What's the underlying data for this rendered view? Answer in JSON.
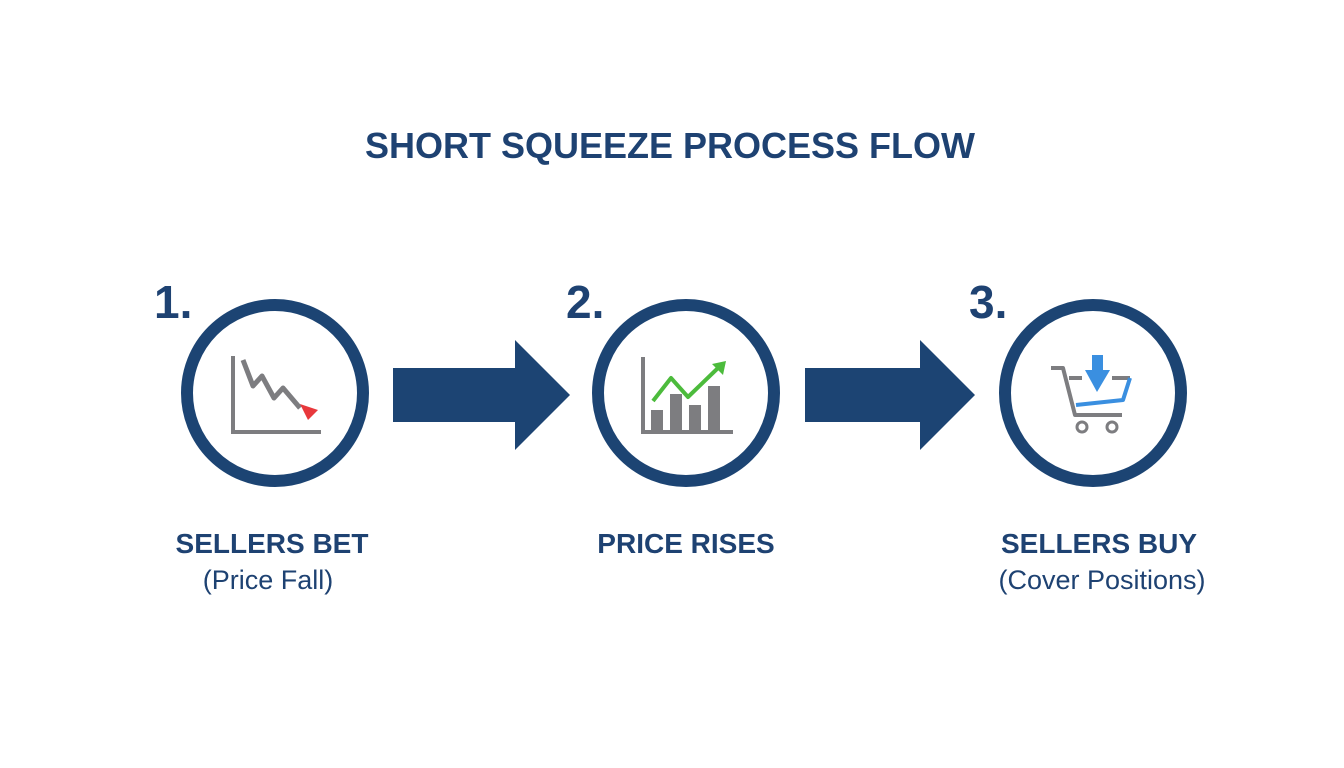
{
  "title": "SHORT SQUEEZE PROCESS FLOW",
  "colors": {
    "primary": "#1c4473",
    "gray": "#7d7d80",
    "red": "#e8383c",
    "green": "#4cbb3c",
    "blue": "#3a8fe0"
  },
  "steps": [
    {
      "number": "1.",
      "label": "SELLERS BET",
      "sublabel": "(Price Fall)",
      "icon": "chart-down-icon"
    },
    {
      "number": "2.",
      "label": "PRICE RISES",
      "sublabel": "",
      "icon": "chart-up-icon"
    },
    {
      "number": "3.",
      "label": "SELLERS BUY",
      "sublabel": "(Cover Positions)",
      "icon": "cart-download-icon"
    }
  ]
}
